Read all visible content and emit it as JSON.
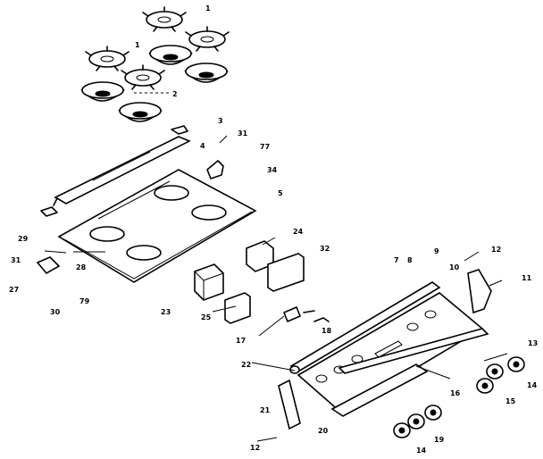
{
  "labels": {
    "grate_top": "1",
    "grate_left": "1",
    "burner_bowl": "2",
    "bracket_small": "3",
    "item_31_top": "31",
    "item_4": "4",
    "item_77": "77",
    "item_34": "34",
    "cooktop": "5",
    "item_24": "24",
    "item_32": "32",
    "item_29": "29",
    "item_31_left": "31",
    "item_28": "28",
    "item_27": "27",
    "item_30": "30",
    "item_79": "79",
    "item_23": "23",
    "item_25": "25",
    "item_17": "17",
    "item_18": "18",
    "item_7": "7",
    "item_8": "8",
    "item_9": "9",
    "item_12": "12",
    "item_10": "10",
    "item_11": "11",
    "item_13": "13",
    "item_14_right": "14",
    "item_15": "15",
    "item_16": "16",
    "item_22": "22",
    "item_21": "21",
    "item_20": "20",
    "item_14_bottom": "14",
    "item_19": "19",
    "item_12_bottom": "12"
  }
}
